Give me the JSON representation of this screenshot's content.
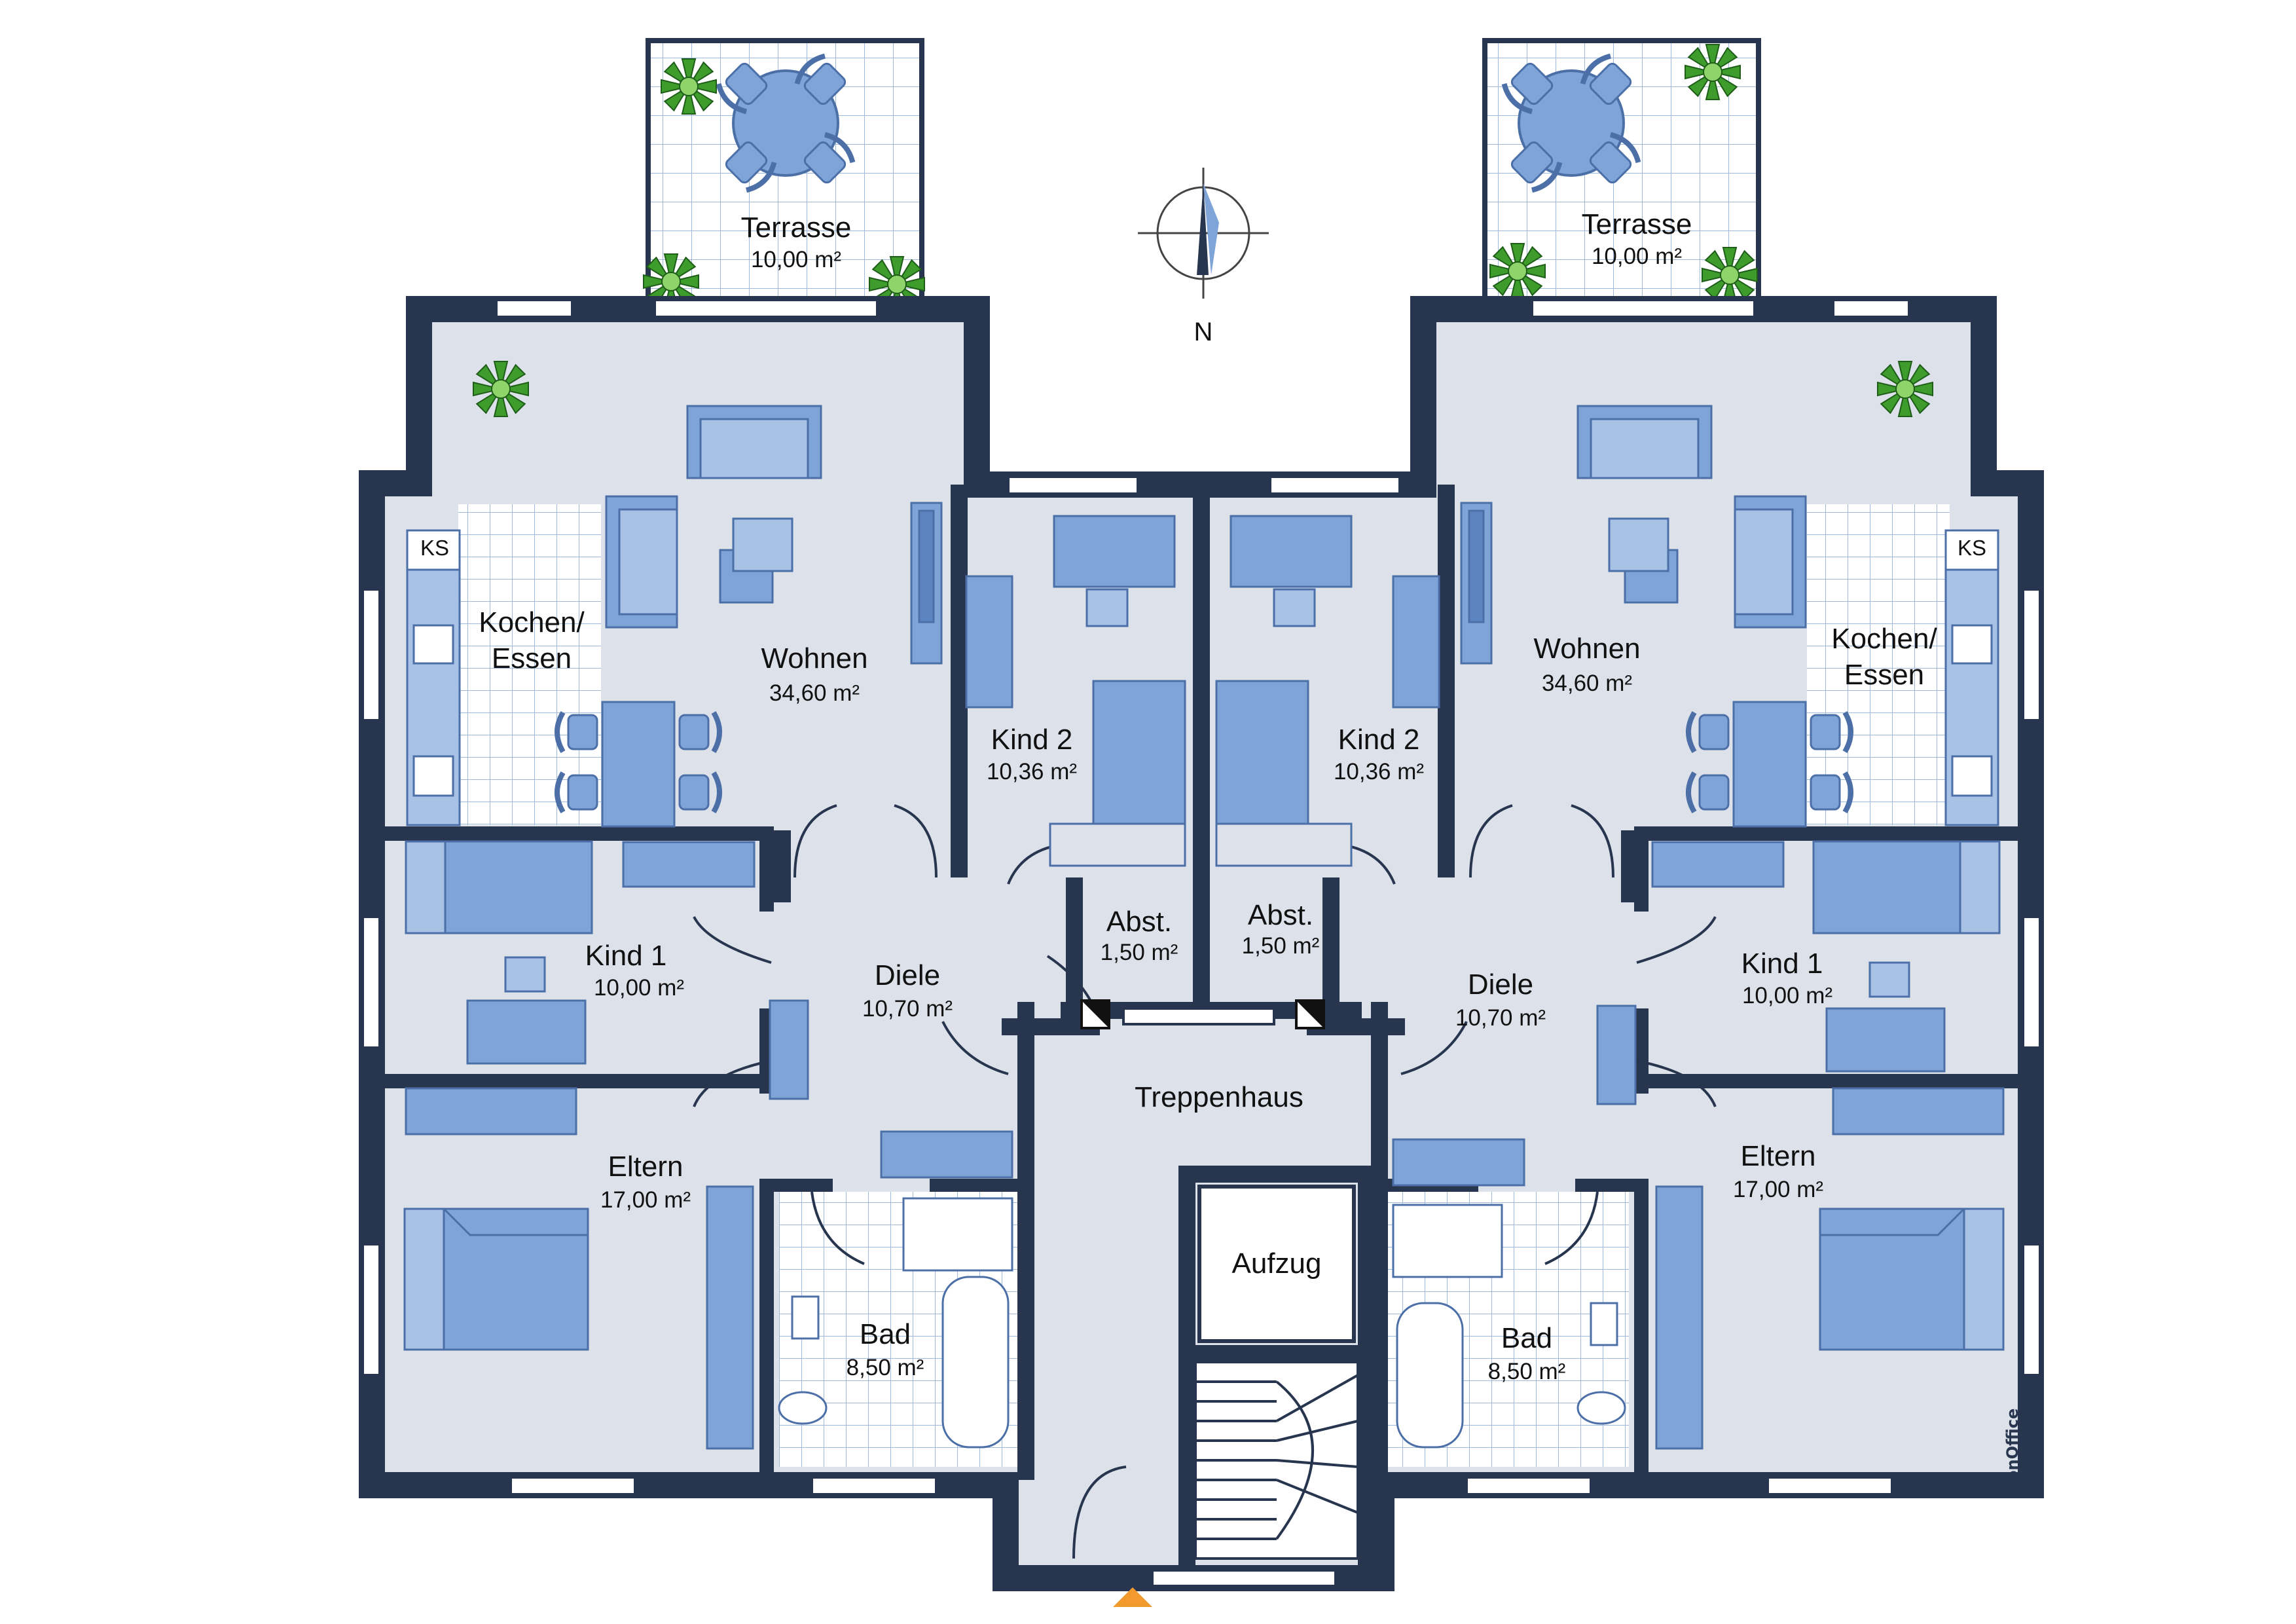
{
  "compass": {
    "north_label": "N"
  },
  "colors": {
    "wall": "#27354f",
    "floor": "#dde2ea",
    "tile": "#ffffff",
    "tile_grid": "#9fb9dc",
    "furniture": "#7fa4d8",
    "furniture_dark": "#5c84bf",
    "plant": "#3d9c2c",
    "entrance": "#f29a2e"
  },
  "rooms": {
    "terrasse_left": {
      "name": "Terrasse",
      "area": "10,00 m²"
    },
    "terrasse_right": {
      "name": "Terrasse",
      "area": "10,00 m²"
    },
    "wohnen_left": {
      "name": "Wohnen",
      "area": "34,60 m²"
    },
    "wohnen_right": {
      "name": "Wohnen",
      "area": "34,60 m²"
    },
    "kochen_left": {
      "name_line1": "Kochen/",
      "name_line2": "Essen"
    },
    "kochen_right": {
      "name_line1": "Kochen/",
      "name_line2": "Essen"
    },
    "kind2_left": {
      "name": "Kind 2",
      "area": "10,36 m²"
    },
    "kind2_right": {
      "name": "Kind 2",
      "area": "10,36 m²"
    },
    "kind1_left": {
      "name": "Kind 1",
      "area": "10,00 m²"
    },
    "kind1_right": {
      "name": "Kind 1",
      "area": "10,00 m²"
    },
    "abst_left": {
      "name": "Abst.",
      "area": "1,50 m²"
    },
    "abst_right": {
      "name": "Abst.",
      "area": "1,50 m²"
    },
    "diele_left": {
      "name": "Diele",
      "area": "10,70 m²"
    },
    "diele_right": {
      "name": "Diele",
      "area": "10,70 m²"
    },
    "eltern_left": {
      "name": "Eltern",
      "area": "17,00 m²"
    },
    "eltern_right": {
      "name": "Eltern",
      "area": "17,00 m²"
    },
    "bad_left": {
      "name": "Bad",
      "area": "8,50 m²"
    },
    "bad_right": {
      "name": "Bad",
      "area": "8,50 m²"
    },
    "treppenhaus": {
      "name": "Treppenhaus"
    },
    "aufzug": {
      "name": "Aufzug"
    }
  },
  "fixtures": {
    "ks_left": "KS",
    "ks_right": "KS"
  },
  "brand": {
    "text": "onOffice"
  }
}
